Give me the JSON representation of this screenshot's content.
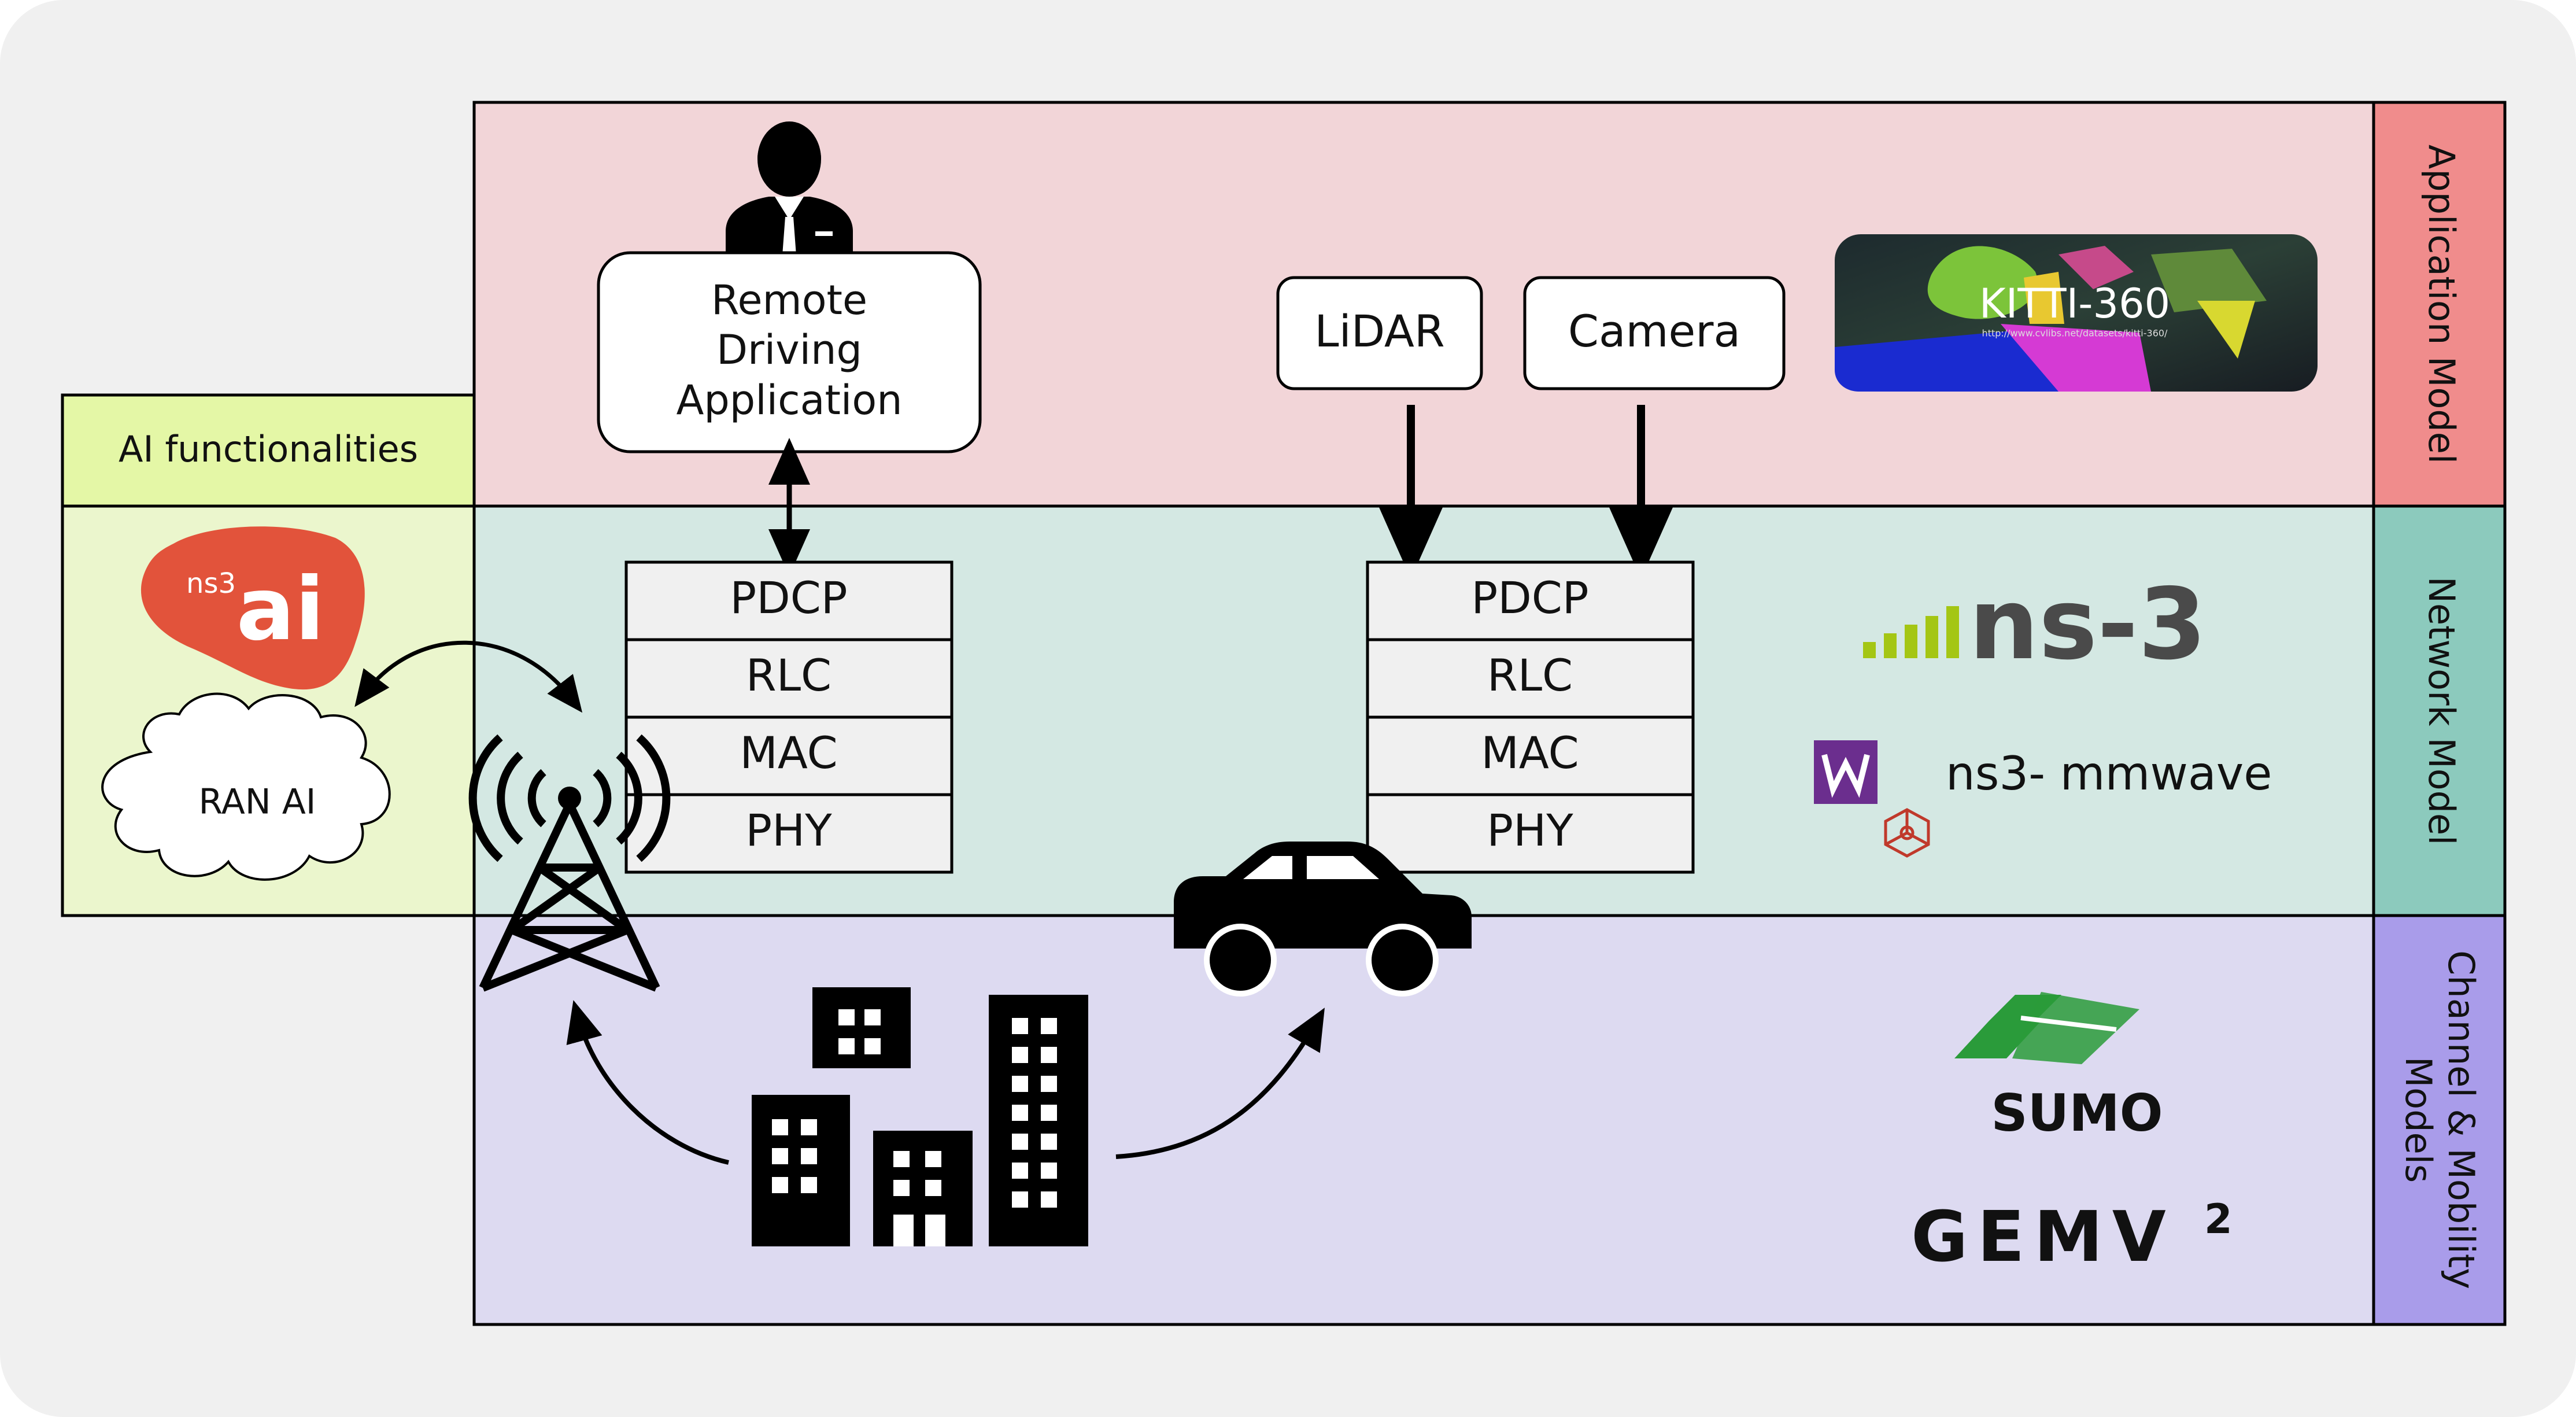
{
  "ai_panel": {
    "title": "AI functionalities",
    "ns3ai_logo_sup": "ns3",
    "ns3ai_logo_main": "ai",
    "ran_ai": "RAN AI"
  },
  "layers": {
    "application": "Application Model",
    "network": "Network Model",
    "channel_line1": "Channel & Mobility",
    "channel_line2": "Models"
  },
  "application": {
    "remote_driving": [
      "Remote",
      "Driving",
      "Application"
    ],
    "lidar": "LiDAR",
    "camera": "Camera",
    "kitti_title": "KITTI-360",
    "kitti_url": "http://www.cvlibs.net/datasets/kitti-360/"
  },
  "stack_left": [
    "PDCP",
    "RLC",
    "MAC",
    "PHY"
  ],
  "stack_right": [
    "PDCP",
    "RLC",
    "MAC",
    "PHY"
  ],
  "logos": {
    "ns3": "ns-3",
    "mmwave": "ns3- mmwave",
    "sumo": "SUMO",
    "gemv_main": "GEMV",
    "gemv_sup": "2"
  },
  "colors": {
    "app_bg": "#f2d5d8",
    "net_bg": "#d4e8e3",
    "chan_bg": "#dddaf1",
    "app_label": "#f08c8c",
    "net_label": "#8ccabd",
    "chan_label": "#a99cea",
    "ai_title_bg": "#e4f7a6",
    "ai_body_bg": "#ebf6cd",
    "ns3ai_red": "#e2533b",
    "ns3_green": "#a4c614",
    "sumo_green": "#2a9b3a",
    "mmwave_purple": "#6b2e8e"
  }
}
